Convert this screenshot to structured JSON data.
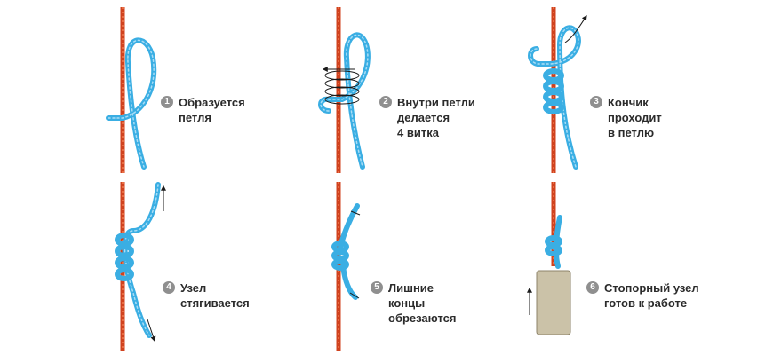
{
  "colors": {
    "main_line": "#d0421e",
    "main_line_stripe": "#f07a4e",
    "knot_line": "#3aaee3",
    "knot_line_dark": "#1d86c4",
    "knot_line_light": "#a9ddf6",
    "float": "#cbc2a8",
    "float_border": "#8d8368",
    "arrow": "#1a1a1a",
    "badge": "#8f8f8f",
    "text": "#2b2b2b"
  },
  "steps": [
    {
      "number": "1",
      "text": "Образуется\nпетля"
    },
    {
      "number": "2",
      "text": "Внутри петли\nделается\n4 витка"
    },
    {
      "number": "3",
      "text": "Кончик\nпроходит\nв петлю"
    },
    {
      "number": "4",
      "text": "Узел\nстягивается"
    },
    {
      "number": "5",
      "text": "Лишние\nконцы\nобрезаются"
    },
    {
      "number": "6",
      "text": "Стопорный узел\nготов к работе"
    }
  ]
}
